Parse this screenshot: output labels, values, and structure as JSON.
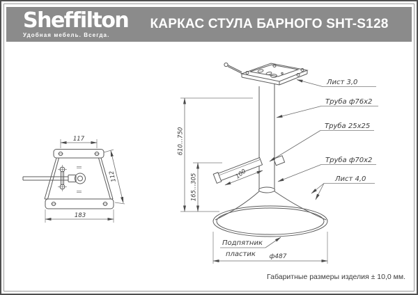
{
  "header": {
    "brand": "Sheffilton",
    "tagline": "Удобная мебель. Всегда.",
    "title": "КАРКАС СТУЛА БАРНОГО SHT-S128"
  },
  "top_view": {
    "dim_top": "117",
    "dim_bottom": "183",
    "dim_side": "112"
  },
  "side_view": {
    "labels": {
      "sheet_top": "Лист 3,0",
      "tube_column": "Труба ф76х2",
      "tube_footrest": "Труба 25х25",
      "tube_lower": "Труба ф70х2",
      "sheet_base": "Лист 4,0",
      "footpad_line1": "Подпятник",
      "footpad_line2": "пластик"
    },
    "dims": {
      "height_range": "610...750",
      "footrest_range": "165...305",
      "footrest_length": "100",
      "base_diameter": "ф487"
    }
  },
  "footer": {
    "note": "Габаритные размеры изделия ± 10,0 мм."
  },
  "colors": {
    "header_bg": "#8b8b8b",
    "line": "#5a5a5a",
    "dim_line": "#6a6a6a",
    "text": "#3a3a3a",
    "frame": "#4f4f4f"
  }
}
